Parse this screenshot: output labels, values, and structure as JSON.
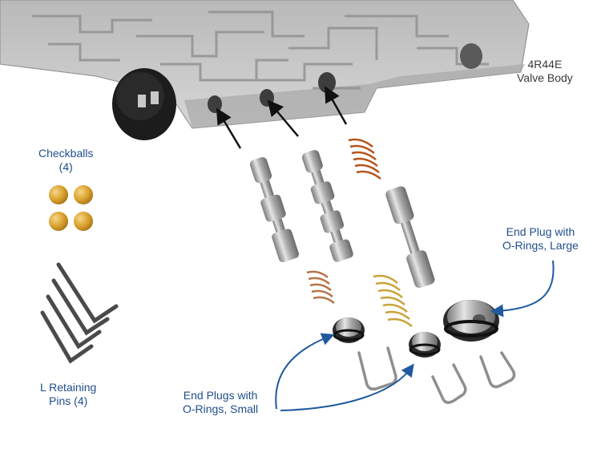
{
  "colors": {
    "label_blue": "#1f4e8c",
    "title_text": "#3a3a3a",
    "arrow_blue": "#1f5a9e",
    "arrow_black": "#111111",
    "valve_body": "#c9c9c9",
    "checkball": "#d9a12c",
    "spring_red": "#b5541f",
    "spring_gold": "#c9a23a"
  },
  "labels": {
    "valve_body_line1": "4R44E",
    "valve_body_line2": "Valve Body",
    "checkballs_line1": "Checkballs",
    "checkballs_line2": "(4)",
    "pins_line1": "L Retaining",
    "pins_line2": "Pins (4)",
    "end_plug_large_line1": "End Plug with",
    "end_plug_large_line2": "O-Rings, Large",
    "end_plugs_small_line1": "End Plugs with",
    "end_plugs_small_line2": "O-Rings, Small"
  },
  "icons": {
    "arrows_into_bores": "arrow-icon",
    "callout_arrows": "curved-arrow-icon"
  }
}
